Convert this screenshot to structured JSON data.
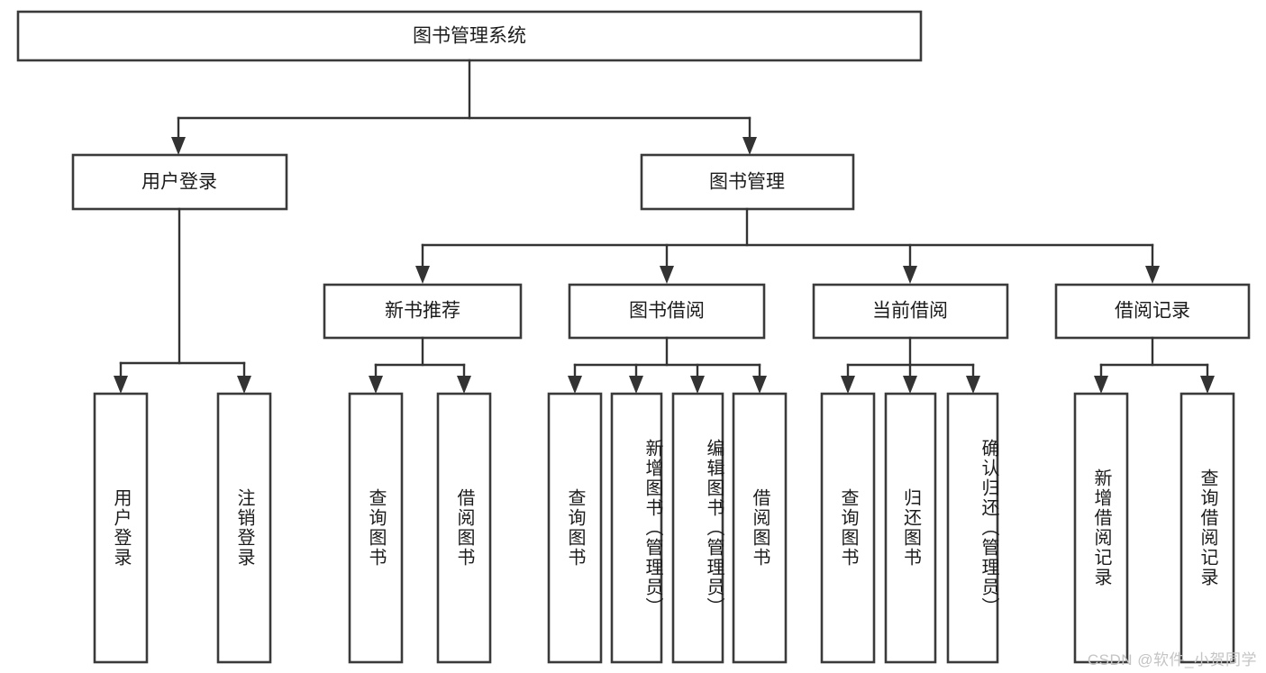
{
  "diagram": {
    "type": "tree-hierarchy",
    "title": "图书管理系统",
    "orientation": "top-down",
    "colors": {
      "box_stroke": "#3a3a3a",
      "box_fill": "#ffffff",
      "connector": "#333333",
      "text": "#1c1c1c",
      "background": "#ffffff",
      "watermark": "#c4c4c4"
    },
    "levels": {
      "root": {
        "label": "图书管理系统"
      },
      "level2": [
        {
          "label": "用户登录"
        },
        {
          "label": "图书管理"
        }
      ],
      "level3": [
        {
          "label": "新书推荐"
        },
        {
          "label": "图书借阅"
        },
        {
          "label": "当前借阅"
        },
        {
          "label": "借阅记录"
        }
      ],
      "leaves": [
        {
          "label": "用户登录",
          "parent": "用户登录"
        },
        {
          "label": "注销登录",
          "parent": "用户登录"
        },
        {
          "label": "查询图书",
          "parent": "新书推荐"
        },
        {
          "label": "借阅图书",
          "parent": "新书推荐"
        },
        {
          "label": "查询图书",
          "parent": "图书借阅"
        },
        {
          "label": "新增图书（管理员）",
          "parent": "图书借阅"
        },
        {
          "label": "编辑图书（管理员）",
          "parent": "图书借阅"
        },
        {
          "label": "借阅图书",
          "parent": "图书借阅"
        },
        {
          "label": "查询图书",
          "parent": "当前借阅"
        },
        {
          "label": "归还图书",
          "parent": "当前借阅"
        },
        {
          "label": "确认归还（管理员）",
          "parent": "当前借阅"
        },
        {
          "label": "新增借阅记录",
          "parent": "借阅记录"
        },
        {
          "label": "查询借阅记录",
          "parent": "借阅记录"
        }
      ]
    }
  },
  "watermark": {
    "text": "CSDN @软件_小贺同学"
  }
}
